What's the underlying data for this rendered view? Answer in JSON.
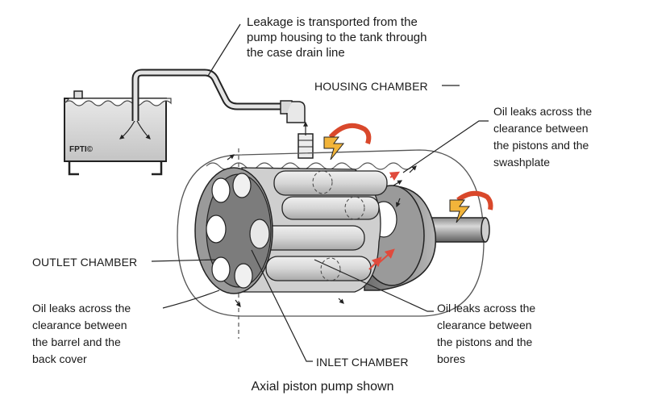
{
  "labels": {
    "leakage_transport": "Leakage is transported from the\npump housing to the tank through\nthe case drain line",
    "housing_chamber": "HOUSING CHAMBER",
    "pistons_swashplate": "Oil leaks across the\nclearance between\nthe pistons and the\nswashplate",
    "outlet_chamber": "OUTLET CHAMBER",
    "barrel_back_cover": "Oil leaks across the\nclearance between\nthe barrel and the\nback cover",
    "inlet_chamber": "INLET CHAMBER",
    "pistons_bores": "Oil leaks across the\nclearance between\nthe pistons and the\nbores",
    "tank_logo": "FPTI©"
  },
  "caption": "Axial piston pump shown",
  "colors": {
    "outline": "#222222",
    "metal_light": "#d9d9d9",
    "metal_mid": "#9a9a9a",
    "metal_dark": "#5a5a5a",
    "oil_surface": "#ffffff",
    "tank_fill": "#d4d4d4",
    "rotation_arrow": "#f2b43a",
    "rotation_arrow_red": "#d9482b",
    "leak_arrow": "#e04a3c"
  },
  "icons": [
    "rotation-arrow-icon",
    "leak-arrow-icon",
    "flow-arrow-icon"
  ]
}
